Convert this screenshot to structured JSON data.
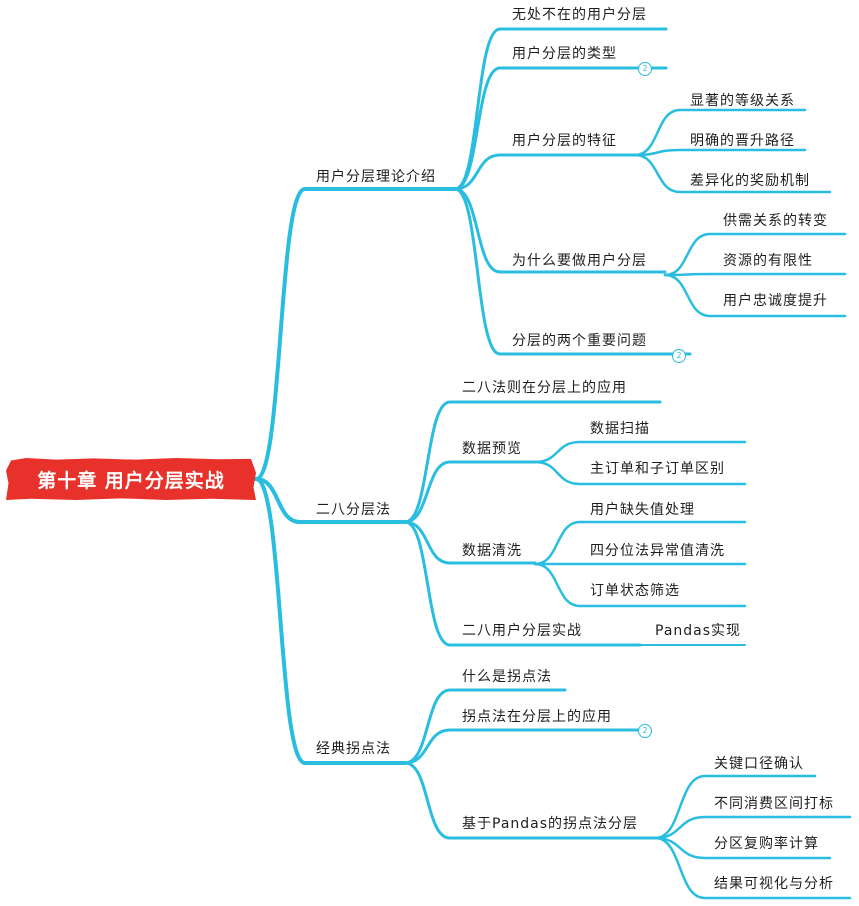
{
  "root": {
    "label": "第十章 用户分层实战"
  },
  "branches": [
    {
      "label": "用户分层理论介绍",
      "children": [
        {
          "label": "无处不在的用户分层"
        },
        {
          "label": "用户分层的类型",
          "badge": "2"
        },
        {
          "label": "用户分层的特征",
          "children": [
            "显著的等级关系",
            "明确的晋升路径",
            "差异化的奖励机制"
          ]
        },
        {
          "label": "为什么要做用户分层",
          "children": [
            "供需关系的转变",
            "资源的有限性",
            "用户忠诚度提升"
          ]
        },
        {
          "label": "分层的两个重要问题",
          "badge": "2"
        }
      ]
    },
    {
      "label": "二八分层法",
      "children": [
        {
          "label": "二八法则在分层上的应用"
        },
        {
          "label": "数据预览",
          "children": [
            "数据扫描",
            "主订单和子订单区别"
          ]
        },
        {
          "label": "数据清洗",
          "children": [
            "用户缺失值处理",
            "四分位法异常值清洗",
            "订单状态筛选"
          ]
        },
        {
          "label": "二八用户分层实战",
          "children": [
            "Pandas实现"
          ]
        }
      ]
    },
    {
      "label": "经典拐点法",
      "children": [
        {
          "label": "什么是拐点法"
        },
        {
          "label": "拐点法在分层上的应用",
          "badge": "2"
        },
        {
          "label": "基于Pandas的拐点法分层",
          "children": [
            "关键口径确认",
            "不同消费区间打标",
            "分区复购率计算",
            "结果可视化与分析"
          ]
        }
      ]
    }
  ],
  "colors": {
    "link": "#29bde0",
    "root_bg": "#e8312a",
    "root_text": "#ffffff",
    "text": "#1f1f1f"
  }
}
